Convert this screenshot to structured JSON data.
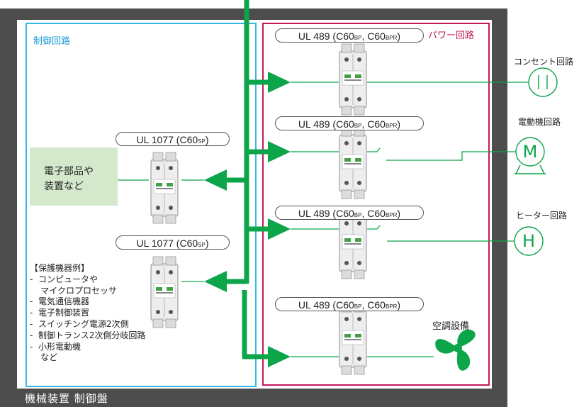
{
  "panel": {
    "title": "機械装置 制御盤"
  },
  "control_circuit": {
    "title": "制御回路",
    "breaker_1": {
      "model": "UL 1077",
      "part": "C60",
      "suffix": "SP"
    },
    "breaker_2": {
      "model": "UL 1077",
      "part": "C60",
      "suffix": "SP"
    },
    "device_label_lines": [
      "電子部品や",
      "装置など"
    ],
    "examples_heading": "【保護機器例】",
    "examples": [
      "-  コンピュータや",
      "    マイクロプロセッサ",
      "-  電気通信機器",
      "-  電子制御装置",
      "-  スイッチング電源2次側",
      "-  制御トランス2次側分岐回路",
      "-  小形電動機",
      "    など"
    ]
  },
  "power_circuit": {
    "title": "パワー回路",
    "breakers": [
      {
        "model": "UL 489",
        "part1": "C60",
        "suffix1": "BP",
        "part2": "C60",
        "suffix2": "BPR"
      },
      {
        "model": "UL 489",
        "part1": "C60",
        "suffix1": "BP",
        "part2": "C60",
        "suffix2": "BPR"
      },
      {
        "model": "UL 489",
        "part1": "C60",
        "suffix1": "BP",
        "part2": "C60",
        "suffix2": "BPR"
      },
      {
        "model": "UL 489",
        "part1": "C60",
        "suffix1": "BP",
        "part2": "C60",
        "suffix2": "BPR"
      }
    ]
  },
  "loads": {
    "outlet": {
      "label": "コンセント回路"
    },
    "motor": {
      "label": "電動機回路",
      "symbol": "M"
    },
    "heater": {
      "label": "ヒーター回路",
      "symbol": "H"
    },
    "hvac": {
      "label": "空調設備",
      "icon": "fan-icon"
    }
  },
  "colors": {
    "green": "#0ca54a",
    "control_blue": "#35b8e8",
    "power_red": "#c2185b",
    "frame": "#4d4d4d",
    "device_fill": "#d4e8cc"
  }
}
